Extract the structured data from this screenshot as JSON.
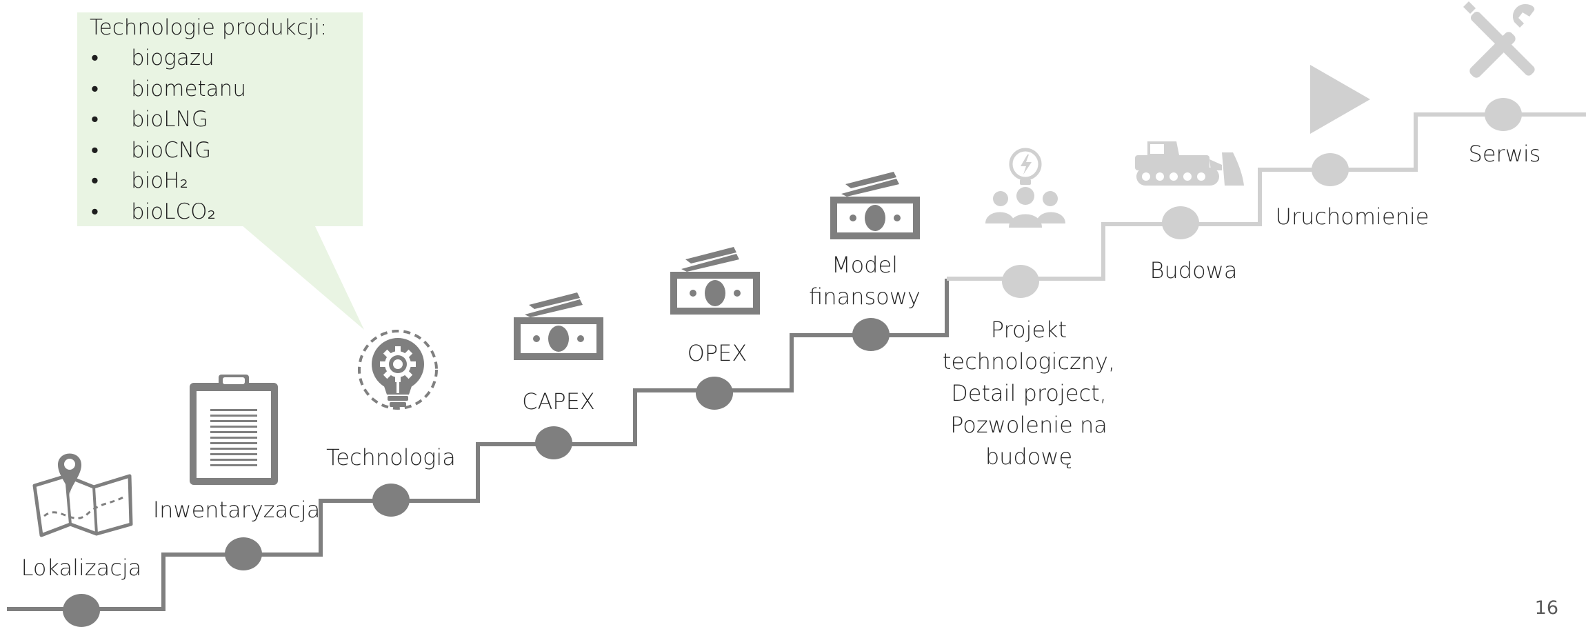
{
  "steps": [
    {
      "id": "lokalizacja",
      "lines": [
        "Lokalizacja"
      ],
      "icon": "map-location-icon",
      "status": "done"
    },
    {
      "id": "inwentaryzacja",
      "lines": [
        "Inwentaryzacja"
      ],
      "icon": "clipboard-icon",
      "status": "done"
    },
    {
      "id": "technologia",
      "lines": [
        "Technologia"
      ],
      "icon": "lightbulb-gear-icon",
      "status": "done"
    },
    {
      "id": "capex",
      "lines": [
        "CAPEX"
      ],
      "icon": "money-icon",
      "status": "done"
    },
    {
      "id": "opex",
      "lines": [
        "OPEX"
      ],
      "icon": "money-icon",
      "status": "done"
    },
    {
      "id": "model-finansowy",
      "lines": [
        "Model",
        "finansowy"
      ],
      "icon": "money-icon",
      "status": "done"
    },
    {
      "id": "projekt",
      "lines": [
        "Projekt",
        "technologiczny,",
        "Detail project,",
        "Pozwolenie na",
        "budowę"
      ],
      "icon": "team-idea-icon",
      "status": "upcoming"
    },
    {
      "id": "budowa",
      "lines": [
        "Budowa"
      ],
      "icon": "bulldozer-icon",
      "status": "upcoming"
    },
    {
      "id": "uruchomienie",
      "lines": [
        "Uruchomienie"
      ],
      "icon": "play-icon",
      "status": "upcoming"
    },
    {
      "id": "serwis",
      "lines": [
        "Serwis"
      ],
      "icon": "tools-icon",
      "status": "upcoming"
    }
  ],
  "callout": {
    "title": "Technologie produkcji:",
    "bullet_symbol": "•",
    "items": [
      "biogazu",
      "biometanu",
      "bioLNG",
      "bioCNG",
      "bioH₂",
      "bioLCO₂"
    ],
    "fill_color": "#e9f4e3"
  },
  "colors": {
    "done": "#7f7f7f",
    "upcoming": "#d0d0d0"
  },
  "page_number": "16"
}
